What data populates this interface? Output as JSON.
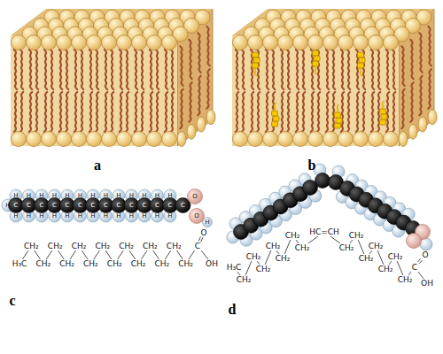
{
  "diagram": {
    "labels": [
      "a",
      "b",
      "c",
      "d",
      "H",
      "H",
      "H",
      "H",
      "H",
      "H",
      "H",
      "H",
      "H",
      "H",
      "H",
      "H",
      "H",
      "H",
      "C",
      "C",
      "C",
      "C",
      "C",
      "C",
      "C",
      "C",
      "C",
      "C",
      "C",
      "C",
      "C",
      "C",
      "H",
      "H",
      "H",
      "H",
      "H",
      "H",
      "H",
      "H",
      "H",
      "H",
      "H",
      "H",
      "H",
      "O",
      "O",
      "H",
      "H₃C",
      "CH₂",
      "CH₂",
      "CH₂",
      "CH₂",
      "CH₂",
      "CH₂",
      "CH₂",
      "CH₂",
      "CH₂",
      "CH₂",
      "CH₂",
      "CH₂",
      "CH₂",
      "CH₂",
      "C",
      "O",
      "OH",
      "HC=CH",
      "CH₂",
      "CH₂",
      "CH₂",
      "CH₂",
      "CH₂",
      "CH₂",
      "CH₂",
      "H₃C",
      "CH₂",
      "CH₂",
      "CH₂",
      "CH₂",
      "CH₂",
      "CH₂",
      "CH₂",
      "C",
      "O",
      "OH"
    ]
  }
}
